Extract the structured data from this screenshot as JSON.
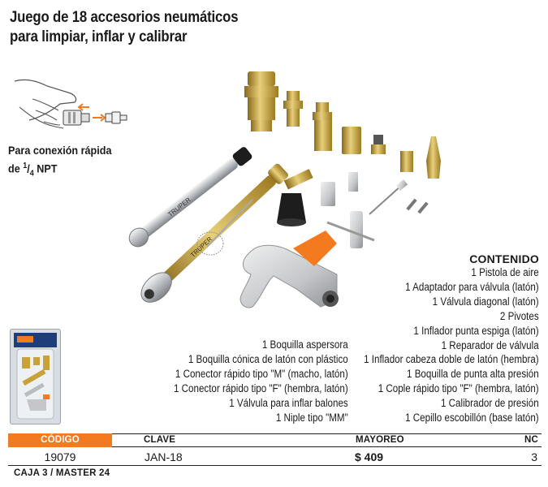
{
  "title_line1": "Juego de 18 accesorios neumáticos",
  "title_line2": "para limpiar, inflar y calibrar",
  "connection": {
    "line1": "Para conexión rápida",
    "line2_prefix": "de ",
    "fraction_num": "1",
    "fraction_den": "4",
    "line2_suffix": " NPT"
  },
  "brand": "TRUPER",
  "contenido_title": "CONTENIDO",
  "contenido_right": [
    "1 Pistola de aire",
    "1 Adaptador para válvula (latón)",
    "1 Válvula diagonal (latón)",
    "2 Pivotes",
    "1 Inflador punta espiga (latón)",
    "1 Reparador de válvula",
    "1 Inflador cabeza doble de latón (hembra)",
    "1 Boquilla de punta alta presión",
    "1 Cople rápido tipo \"F\" (hembra, latón)",
    "1 Calibrador de presión",
    "1 Cepillo escobillón (base latón)"
  ],
  "contenido_left": [
    "1 Boquilla aspersora",
    "1 Boquilla cónica de latón con plástico",
    "1 Conector rápido tipo \"M\" (macho, latón)",
    "1 Conector rápido tipo \"F\" (hembra, latón)",
    "1 Válvula para inflar balones",
    "1 Niple tipo \"MM\""
  ],
  "table": {
    "headers": {
      "codigo": "CÓDIGO",
      "clave": "CLAVE",
      "mayoreo": "MAYOREO",
      "nc": "NC"
    },
    "row": {
      "codigo": "19079",
      "clave": "JAN-18",
      "mayoreo": "$ 409",
      "nc": "3"
    }
  },
  "caja": "CAJA 3 / MASTER 24",
  "colors": {
    "accent_orange": "#f47a20",
    "brass": "#c9a23a",
    "text": "#1a1a1a"
  }
}
